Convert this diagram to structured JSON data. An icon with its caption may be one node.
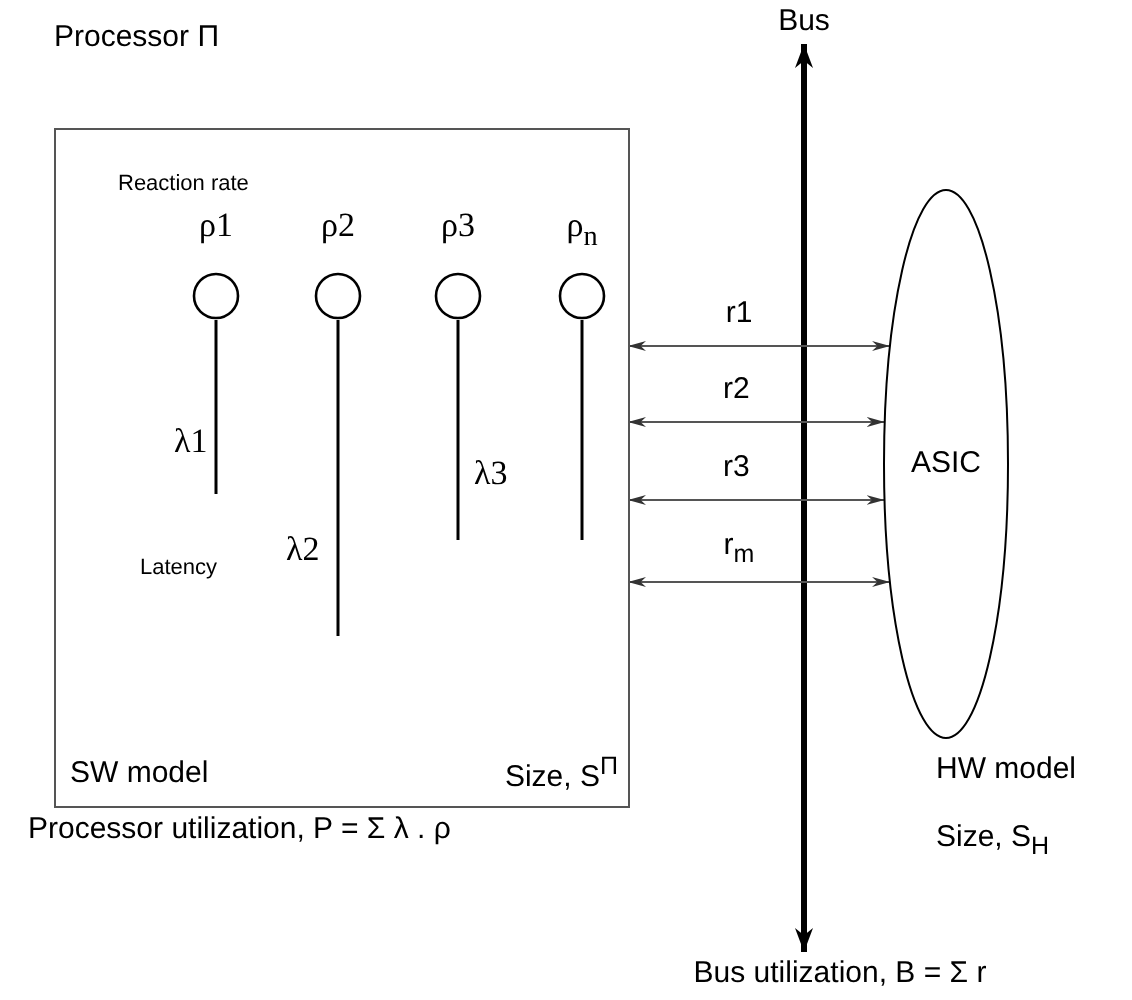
{
  "diagram": {
    "nodes": [
      {
        "text": [
          "Processor Π",
          "SW model",
          "Size, S$^{Π}$"
        ]
      },
      {
        "text": [
          "ρ1"
        ],
        "in": 0
      },
      {
        "text": [
          "ρ2"
        ],
        "in": 0
      },
      {
        "text": [
          "ρ3"
        ],
        "in": 0
      },
      {
        "text": [
          "ρ$_{n}$"
        ],
        "in": 0
      },
      {
        "text": [
          "ASIC"
        ],
        "beside": [
          "HW model",
          "Size, S$_{H}$"
        ]
      },
      {
        "text": [
          "Bus"
        ]
      },
      {
        "text": [
          "Bus utilization, B = Σ r"
        ]
      }
    ],
    "edges": [
      {
        "from": 1,
        "to": null,
        "arrow": "none",
        "label": "λ1"
      },
      {
        "from": 2,
        "to": null,
        "arrow": "none",
        "label": "λ2"
      },
      {
        "from": 3,
        "to": null,
        "arrow": "none",
        "label": "λ3"
      },
      {
        "from": 4,
        "to": null,
        "arrow": "none"
      },
      {
        "from": 7,
        "to": 6,
        "arrow": "both",
        "style": "thick"
      },
      {
        "from": 0,
        "to": 5,
        "arrow": "both",
        "label": "r1"
      },
      {
        "from": 0,
        "to": 5,
        "arrow": "both",
        "label": "r2"
      },
      {
        "from": 0,
        "to": 5,
        "arrow": "both",
        "label": "r3"
      },
      {
        "from": 0,
        "to": 5,
        "arrow": "both",
        "label": "r$_{m}$"
      }
    ],
    "labels": [
      "Reaction rate",
      "Latency",
      "Processor utilization, P = Σ λ . ρ"
    ]
  }
}
